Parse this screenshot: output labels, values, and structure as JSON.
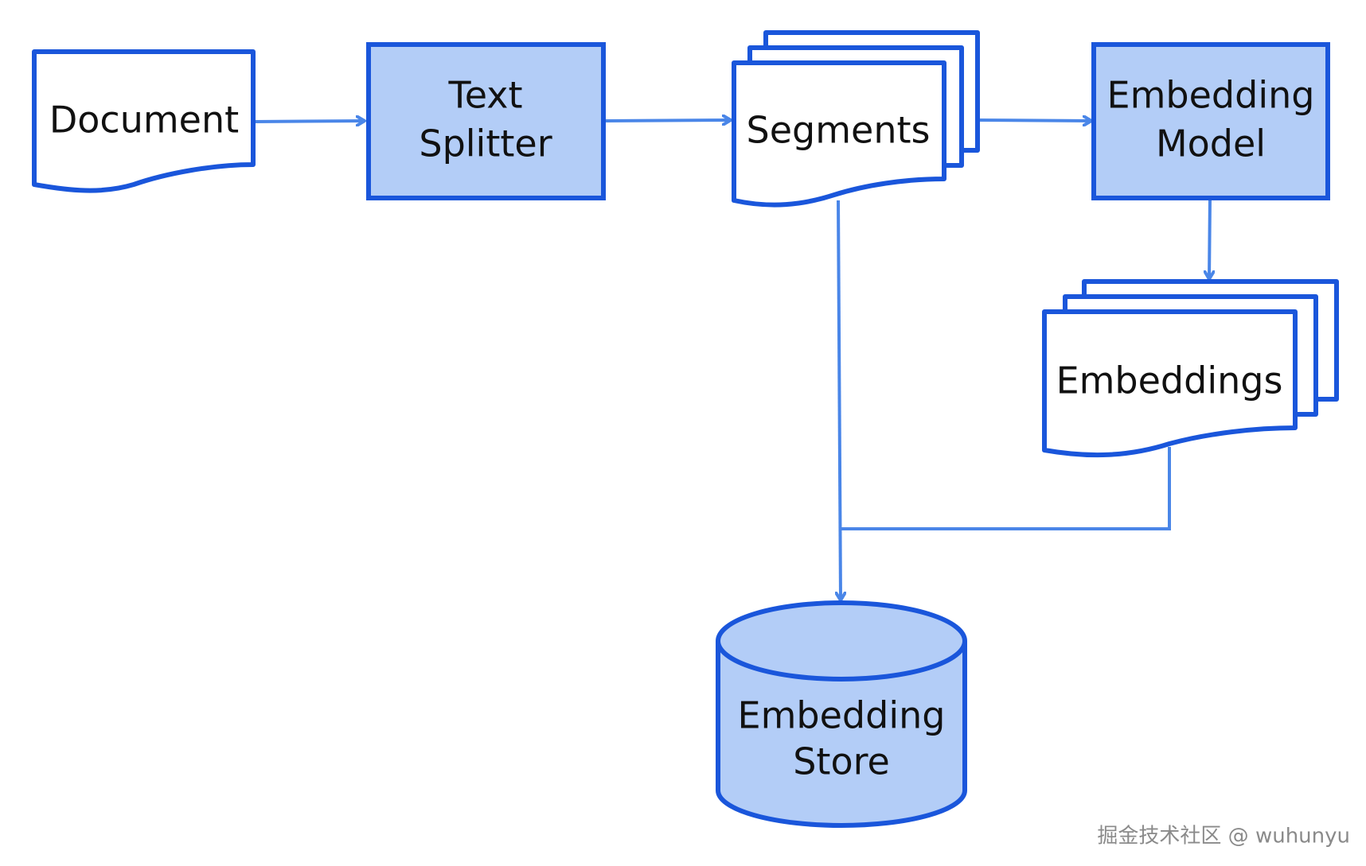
{
  "colors": {
    "stroke": "#1a56db",
    "fill_blue": "#b3cdf7",
    "fill_white": "#ffffff",
    "edge": "#4a86e8",
    "text": "#111111",
    "watermark": "#8a8a8a"
  },
  "nodes": {
    "document": {
      "label": "Document",
      "shape": "document"
    },
    "text_splitter": {
      "line1": "Text",
      "line2": "Splitter",
      "shape": "process"
    },
    "segments": {
      "label": "Segments",
      "shape": "multi-document"
    },
    "embedding_model": {
      "line1": "Embedding",
      "line2": "Model",
      "shape": "process"
    },
    "embeddings": {
      "label": "Embeddings",
      "shape": "multi-document"
    },
    "embedding_store": {
      "line1": "Embedding",
      "line2": "Store",
      "shape": "database"
    }
  },
  "edges": [
    {
      "from": "document",
      "to": "text_splitter"
    },
    {
      "from": "text_splitter",
      "to": "segments"
    },
    {
      "from": "segments",
      "to": "embedding_model"
    },
    {
      "from": "embedding_model",
      "to": "embeddings"
    },
    {
      "from": "segments",
      "to": "embedding_store"
    },
    {
      "from": "embeddings",
      "to": "embedding_store"
    }
  ],
  "watermark": "掘金技术社区 @ wuhunyu"
}
